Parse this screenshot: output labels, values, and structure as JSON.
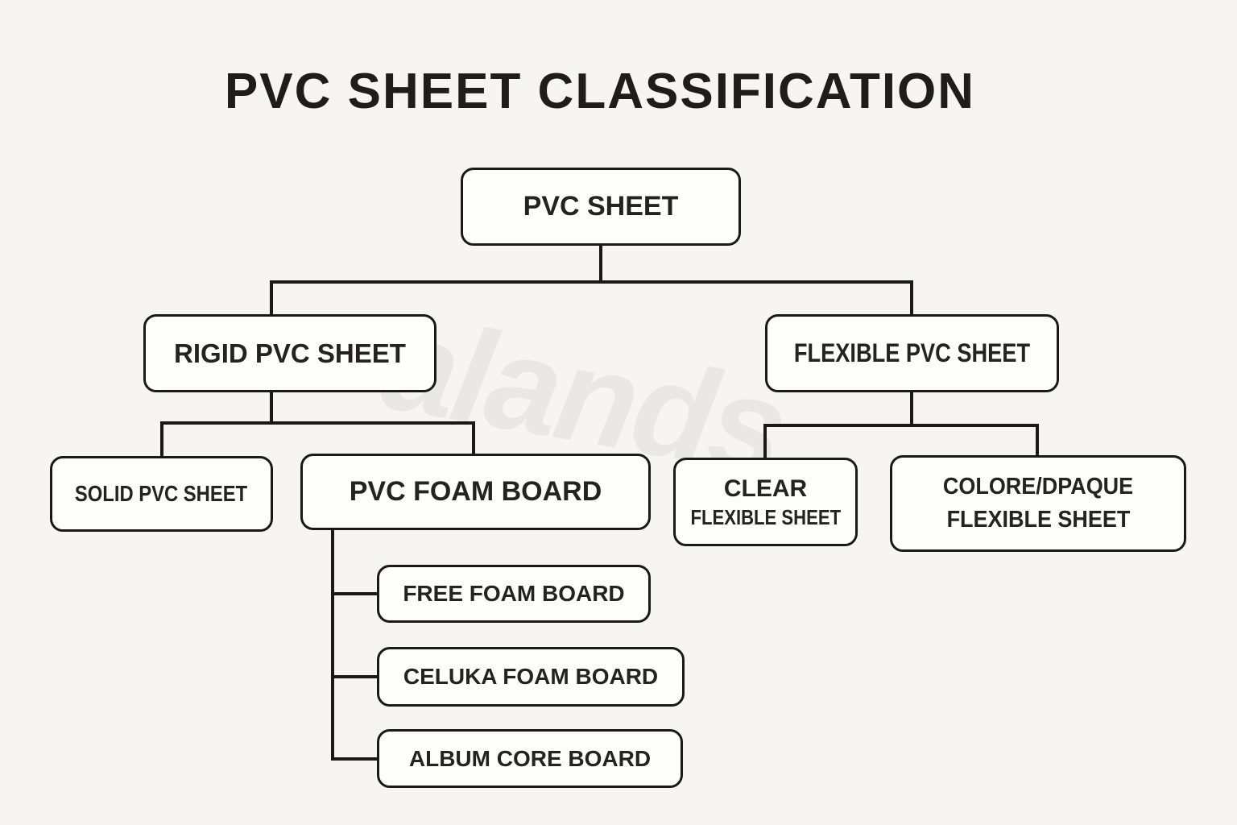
{
  "title": "PVC SHEET CLASSIFICATION",
  "watermark": "alands",
  "colors": {
    "background": "#f7f5f2",
    "box_fill": "#fdfdfc",
    "line_and_border": "#1b1918",
    "text": "#252321",
    "watermark": "#eae8e4"
  },
  "tree": {
    "root": {
      "label": "PVC SHEET",
      "children": [
        {
          "label": "RIGID PVC SHEET",
          "children": [
            {
              "label": "SOLID PVC SHEET"
            },
            {
              "label": "PVC FOAM BOARD",
              "children": [
                {
                  "label": "FREE FOAM BOARD"
                },
                {
                  "label": "CELUKA FOAM BOARD"
                },
                {
                  "label": "ALBUM CORE BOARD"
                }
              ]
            }
          ]
        },
        {
          "label": "FLEXIBLE PVC SHEET",
          "children": [
            {
              "label_line1": "CLEAR",
              "label_line2": "FLEXIBLE SHEET"
            },
            {
              "label_line1": "COLORE/DPAQUE",
              "label_line2": "FLEXIBLE SHEET"
            }
          ]
        }
      ]
    }
  }
}
